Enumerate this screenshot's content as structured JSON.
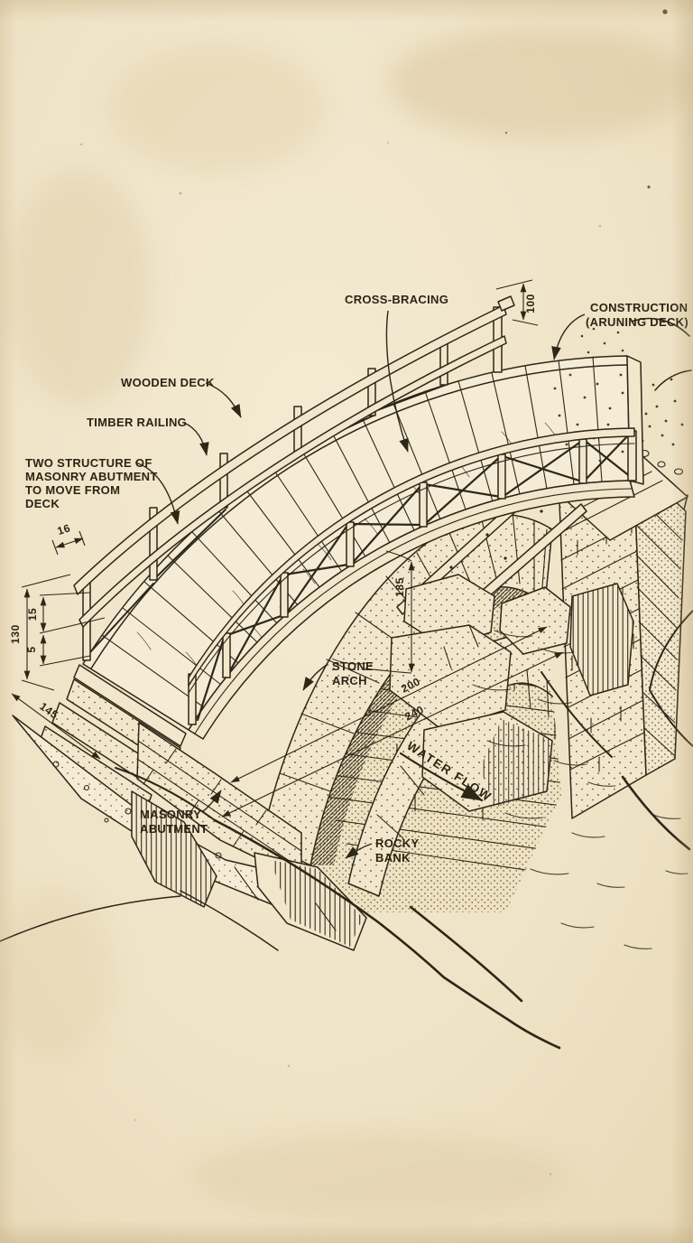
{
  "drawing": {
    "labels": {
      "cross_bracing": "CROSS-BRACING",
      "construction": [
        "CONSTRUCTION",
        "(ARUNING DECK)"
      ],
      "wooden_deck": "WOODEN DECK",
      "timber_railing": "TIMBER RAILING",
      "abutment_note": [
        "TWO STRUCTURE OF",
        "MASONRY ABUTMENT",
        "TO MOVE FROM",
        "DECK"
      ],
      "stone_arch": [
        "STONE",
        "ARCH"
      ],
      "masonry_abutment": [
        "MASONRY",
        "ABUTMENT"
      ],
      "rocky_bank": [
        "ROCKY",
        "BANK"
      ],
      "water_flow": "WATER FLOW"
    },
    "dimensions": {
      "railing_height": "100",
      "post_width": "16",
      "left_total_height": "130",
      "railing_segment": "15",
      "step_height": "5",
      "pad_width": "145",
      "arch_height": "185",
      "span_inner": "200",
      "span_outer": "240"
    },
    "colors": {
      "paper": "#efe3c6",
      "ink": "#2d2718"
    }
  }
}
